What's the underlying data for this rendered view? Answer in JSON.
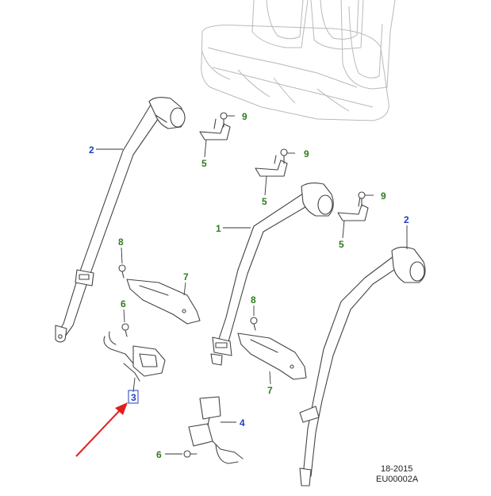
{
  "diagram": {
    "colors": {
      "callout_blue": "#1f3fbf",
      "callout_green": "#2e7d1f",
      "arrow_red": "#e02020",
      "line": "#444444",
      "seat_outline": "#b9b9b9"
    },
    "callouts": [
      {
        "id": "c2a",
        "label": "2",
        "color": "blue"
      },
      {
        "id": "c9a",
        "label": "9",
        "color": "green"
      },
      {
        "id": "c5a",
        "label": "5",
        "color": "green"
      },
      {
        "id": "c9b",
        "label": "9",
        "color": "green"
      },
      {
        "id": "c5b",
        "label": "5",
        "color": "green"
      },
      {
        "id": "c9c",
        "label": "9",
        "color": "green"
      },
      {
        "id": "c5c",
        "label": "5",
        "color": "green"
      },
      {
        "id": "c1",
        "label": "1",
        "color": "green"
      },
      {
        "id": "c2b",
        "label": "2",
        "color": "blue"
      },
      {
        "id": "c8a",
        "label": "8",
        "color": "green"
      },
      {
        "id": "c7a",
        "label": "7",
        "color": "green"
      },
      {
        "id": "c6a",
        "label": "6",
        "color": "green"
      },
      {
        "id": "c8b",
        "label": "8",
        "color": "green"
      },
      {
        "id": "c7b",
        "label": "7",
        "color": "green"
      },
      {
        "id": "c3",
        "label": "3",
        "color": "blue",
        "highlighted": true
      },
      {
        "id": "c4",
        "label": "4",
        "color": "blue"
      },
      {
        "id": "c6b",
        "label": "6",
        "color": "green"
      }
    ],
    "caption": {
      "line1": "18-2015",
      "line2": "EU00002A"
    }
  }
}
